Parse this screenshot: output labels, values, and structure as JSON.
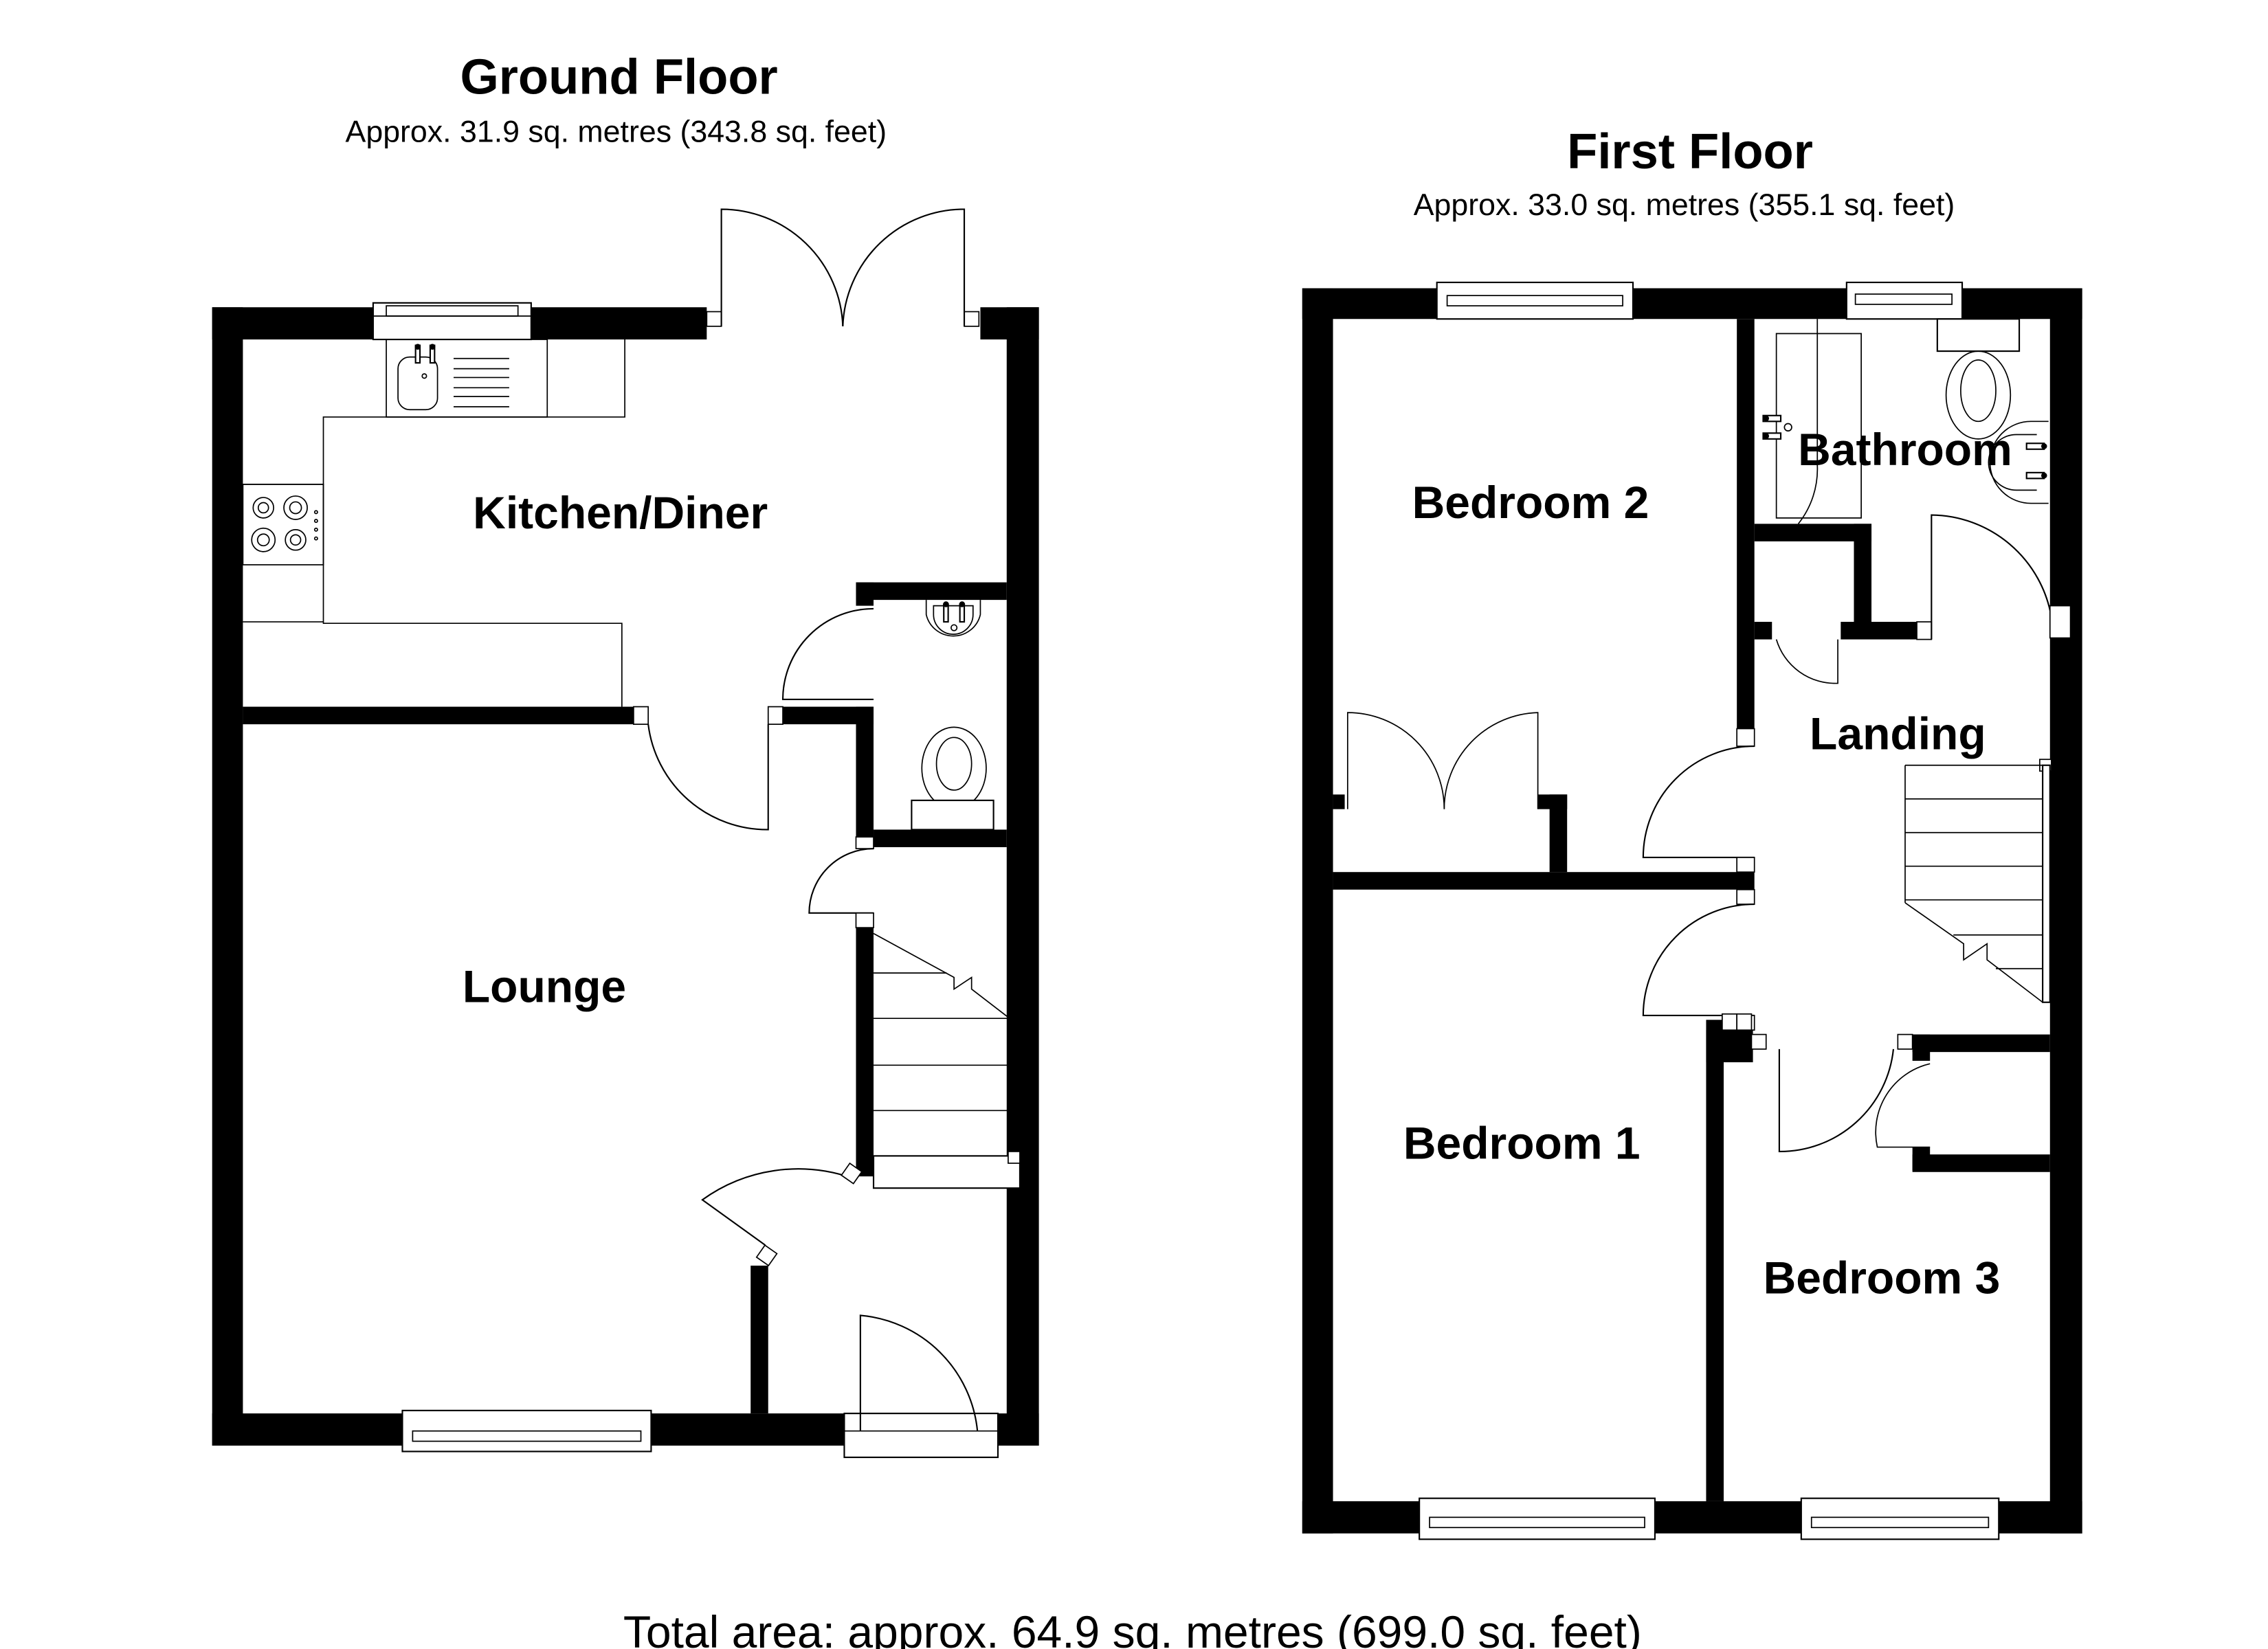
{
  "ground_floor": {
    "title": "Ground Floor",
    "area": "Approx. 31.9 sq. metres (343.8 sq. feet)",
    "rooms": {
      "kitchen": "Kitchen/Diner",
      "lounge": "Lounge"
    }
  },
  "first_floor": {
    "title": "First Floor",
    "area": "Approx. 33.0 sq. metres (355.1 sq. feet)",
    "rooms": {
      "bedroom2": "Bedroom 2",
      "bathroom": "Bathroom",
      "landing": "Landing",
      "bedroom1": "Bedroom 1",
      "bedroom3": "Bedroom 3"
    }
  },
  "total_area": "Total area: approx. 64.9 sq. metres (699.0 sq. feet)",
  "colors": {
    "wall": "#000000",
    "background": "#ffffff"
  }
}
